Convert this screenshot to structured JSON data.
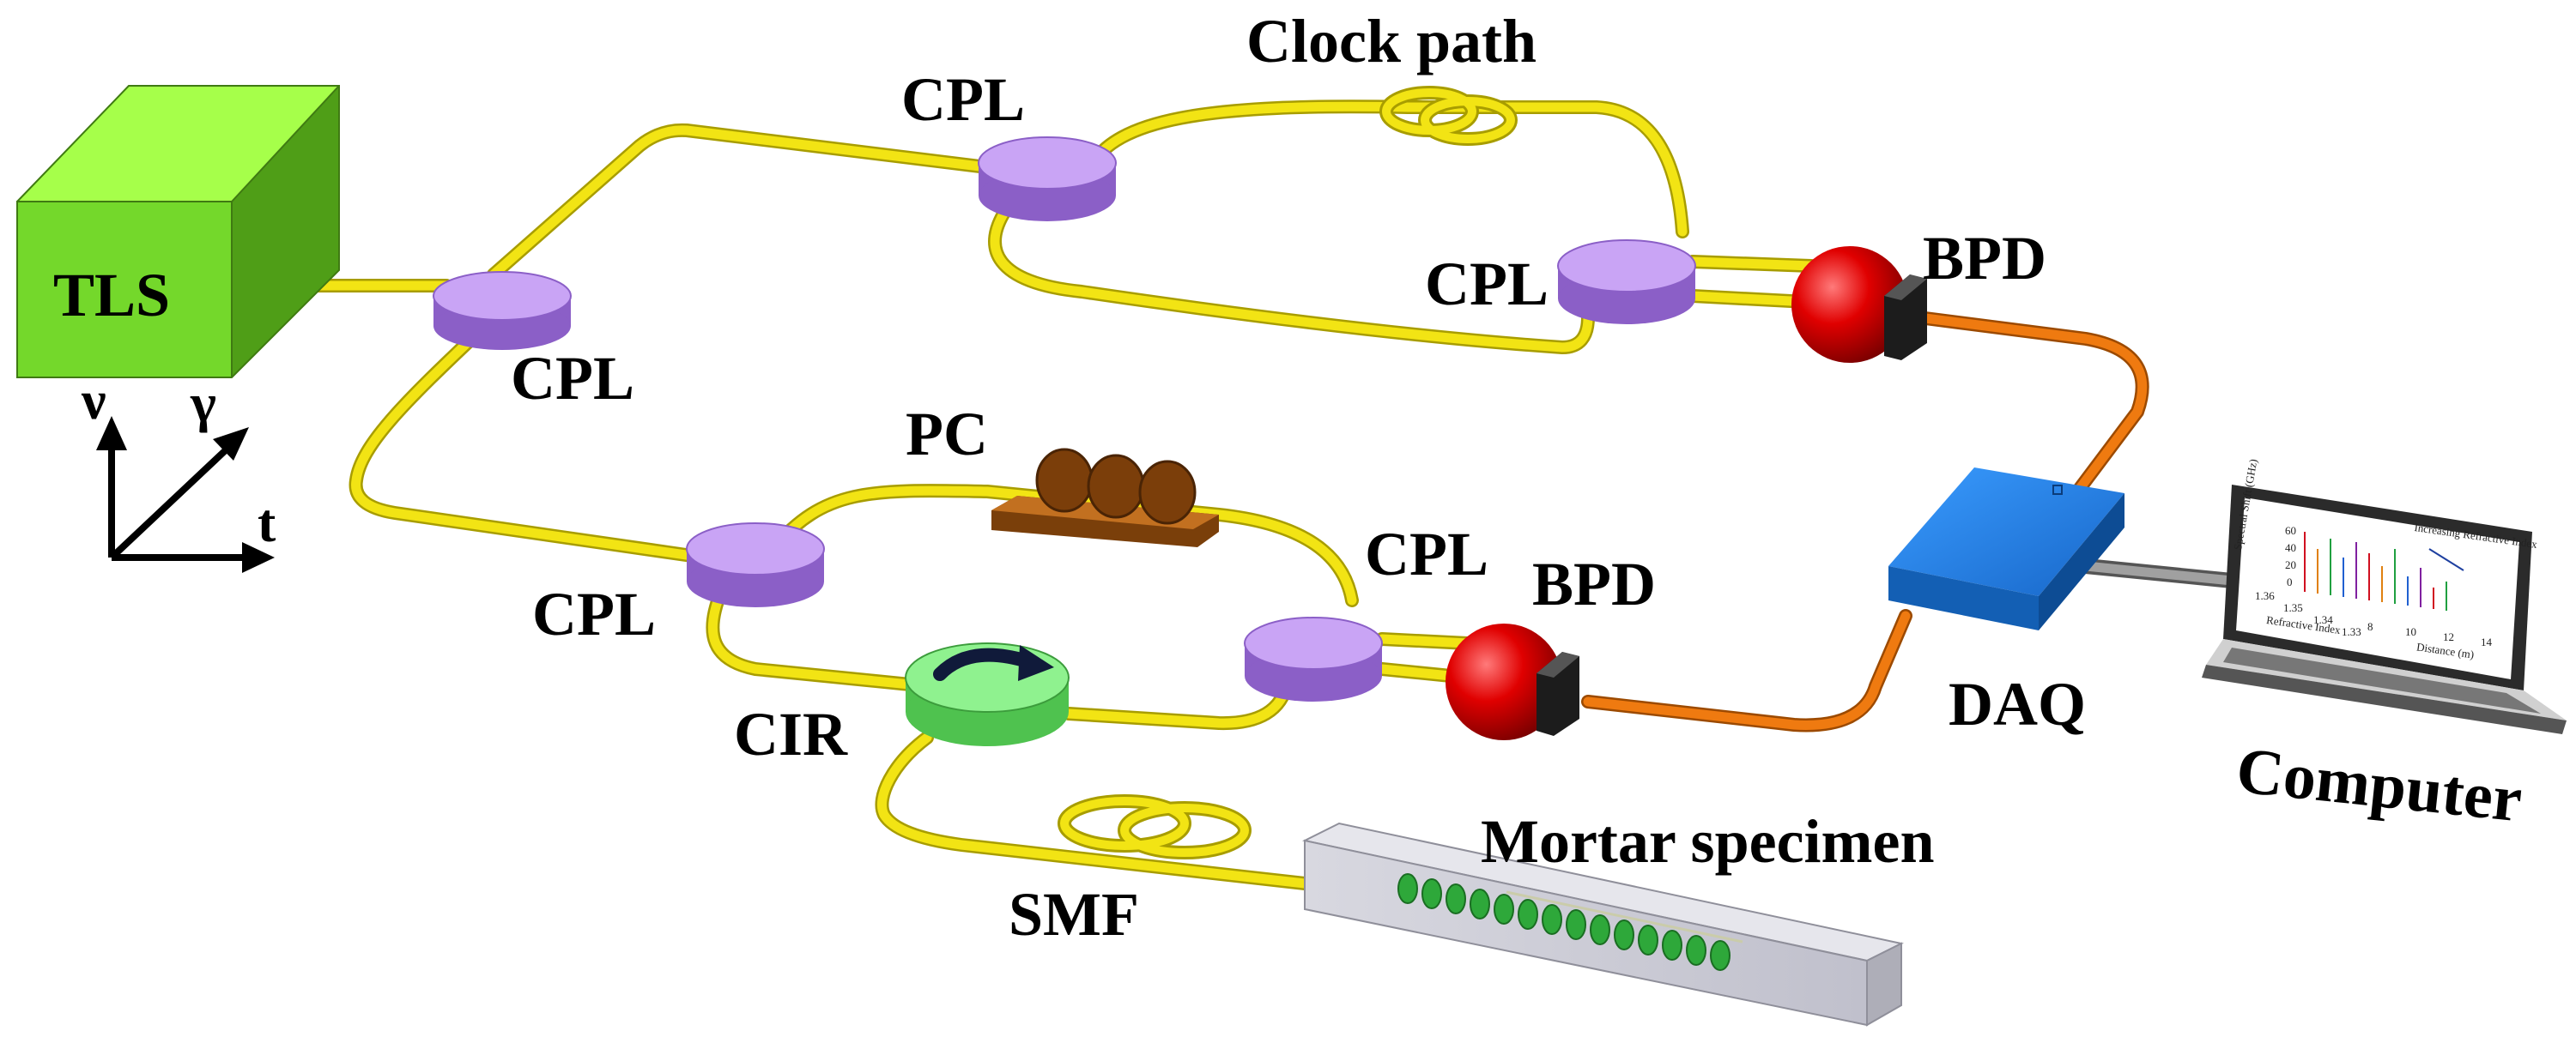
{
  "labels": {
    "tls": "TLS",
    "clock_path": "Clock path",
    "cpl": "CPL",
    "bpd": "BPD",
    "pc": "PC",
    "cir": "CIR",
    "daq": "DAQ",
    "smf": "SMF",
    "mortar": "Mortar specimen",
    "computer": "Computer"
  },
  "axes": {
    "nu": "ν",
    "gamma": "γ",
    "t": "t"
  },
  "screen": {
    "ylabel": "Spectral Shift (GHz)",
    "legend": "Increasing Refractive Index",
    "xlabel": "Distance (m)",
    "zlabel": "Refractive Index",
    "y_ticks": [
      "60",
      "40",
      "20",
      "0"
    ],
    "x_ticks": [
      "8",
      "10",
      "12",
      "14"
    ],
    "z_ticks": [
      "1.36",
      "1.35",
      "1.34",
      "1.33"
    ]
  },
  "colors": {
    "fiber": "#f2e414",
    "fiber_edge": "#a89d00",
    "cable": "#ef7a10",
    "coupler": "#c197f0",
    "tls": "#7fe52c",
    "bpd": "#e00000",
    "daq": "#1b7ce6",
    "circulator": "#86ee86",
    "pc": "#8a4a10",
    "grating": "#2ea83a"
  }
}
